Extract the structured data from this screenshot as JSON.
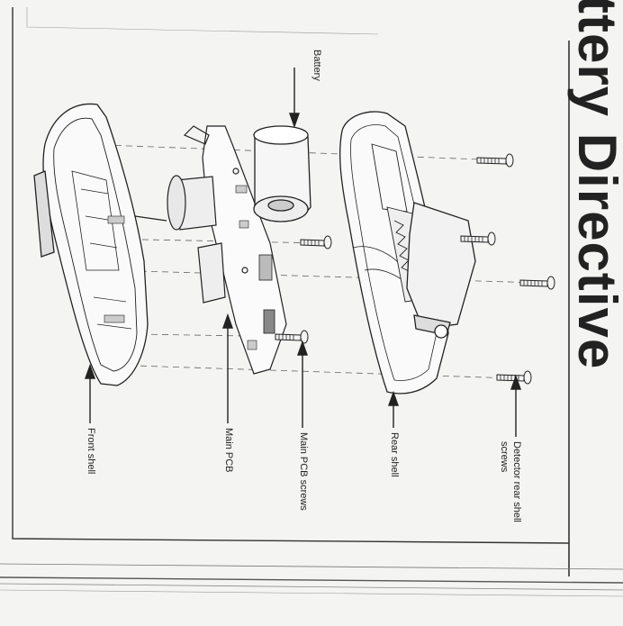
{
  "heading": "ttery Directive",
  "labels": {
    "battery": "Battery",
    "front_shell": "Front shell",
    "main_pcb": "Main PCB",
    "main_pcb_screws": "Main PCB screws",
    "rear_shell": "Rear shell",
    "detector_rear_shell_screws_1": "Detector rear shell",
    "detector_rear_shell_screws_2": "screws"
  }
}
